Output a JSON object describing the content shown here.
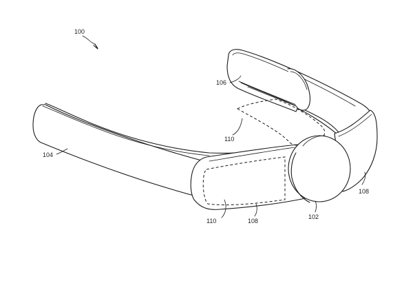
{
  "labels": {
    "figure_ref": "100",
    "sensor_module": "102",
    "strap_first": "104",
    "strap_loop": "106",
    "strap_end": "108",
    "strap_end_second": "108",
    "pad_upper": "110",
    "pad_lower": "110"
  }
}
